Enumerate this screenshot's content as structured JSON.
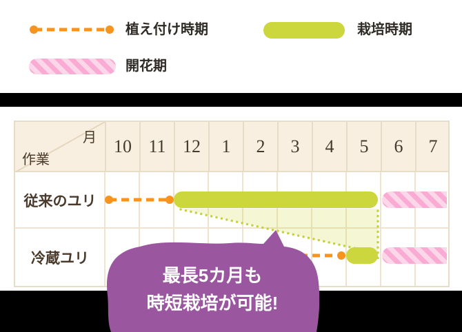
{
  "legend": {
    "planting_label": "植え付け時期",
    "cultivation_label": "栽培時期",
    "flowering_label": "開花期"
  },
  "table": {
    "corner_month_label": "月",
    "corner_task_label": "作業",
    "months": [
      "10",
      "11",
      "12",
      "1",
      "2",
      "3",
      "4",
      "5",
      "6",
      "7"
    ],
    "rows": [
      {
        "label": "従来のユリ"
      },
      {
        "label": "冷蔵ユリ"
      }
    ]
  },
  "bubble": {
    "line1": "最長5カ月も",
    "line2": "時短栽培が可能!"
  },
  "colors": {
    "orange": "#f8941d",
    "green": "#ccd63d",
    "pale_green_fill": "#f3f5d6",
    "pink_light": "#fcd7e9",
    "pink_dark": "#f9abd3",
    "purple": "#9a57a0",
    "header_cream": "#f8efe1",
    "grid_border": "#e7dcc7",
    "text_brown": "#4a3a2b",
    "separator_black": "#000000"
  },
  "chart_data": {
    "type": "gantt",
    "title": "",
    "x_axis_label": "月",
    "y_axis_label": "作業",
    "x_categories_months": [
      10,
      11,
      12,
      1,
      2,
      3,
      4,
      5,
      6,
      7
    ],
    "legend_entries": [
      "植え付け時期",
      "栽培時期",
      "開花期"
    ],
    "rows": [
      {
        "name": "従来のユリ",
        "planting_period_months": {
          "from": 10,
          "to": 12
        },
        "cultivation_period_months": {
          "from": 12,
          "to": 6
        },
        "flowering_period_months": {
          "from": 6,
          "to": 7
        }
      },
      {
        "name": "冷蔵ユリ",
        "planting_period_months": {
          "from": 4,
          "to": 5,
          "note": "partially hidden behind speech bubble"
        },
        "cultivation_period_months": {
          "from": 5,
          "to": 6
        },
        "flowering_period_months": {
          "from": 6,
          "to": 7
        }
      }
    ],
    "annotation": "最長5カ月も時短栽培が可能!",
    "annotation_meaning": "up to 5 months shorter cultivation highlighted by dotted lines between rows"
  }
}
